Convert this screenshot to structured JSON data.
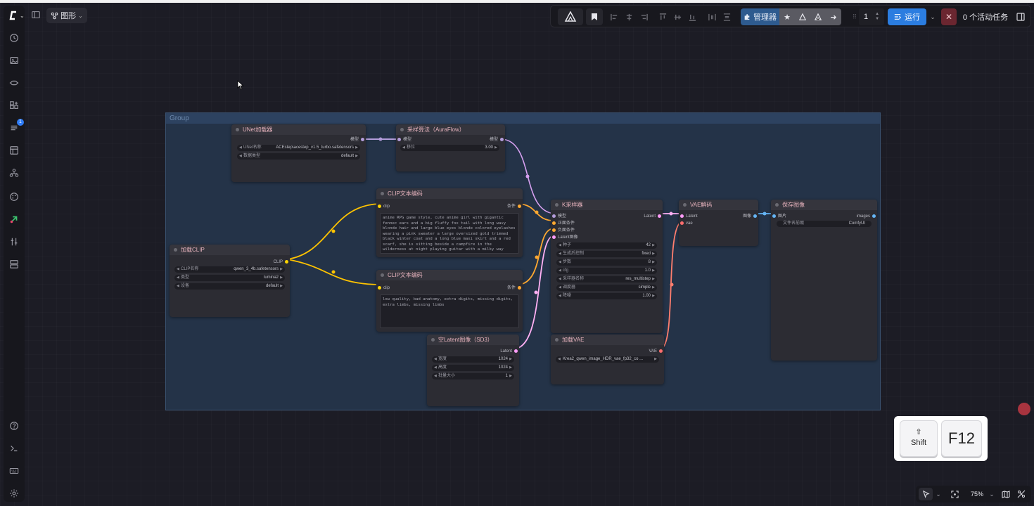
{
  "app": {
    "tab_label": "图形"
  },
  "toolbar": {
    "manager_label": "管理器",
    "batch_count": "1",
    "run_label": "运行",
    "tasks_label": "0 个活动任务"
  },
  "group": {
    "title": "Group"
  },
  "nodes": {
    "unet": {
      "title": "UNet加载器",
      "output": "模型",
      "w1_label": "UNet名称",
      "w1_value": "ACEstep\\acestep_v1.5_turbo.safetensors",
      "w2_label": "数据类型",
      "w2_value": "default"
    },
    "sampling": {
      "title": "采样算法（AuraFlow）",
      "input": "模型",
      "output": "模型",
      "w1_label": "移位",
      "w1_value": "3.00"
    },
    "clip_pos": {
      "title": "CLIP文本编码",
      "input": "clip",
      "output": "条件",
      "text": "anime RPG game style, cute anime girl with gigantic fennec ears and a big fluffy fox tail with long wavy blonde hair and large blue eyes blonde colored eyelashes wearing a pink sweater a large oversized gold trimmed black winter coat and a long blue maxi skirt and a red scarf, she is sitting beside a campfire in the wilderness at night playing guitar with a milky way galaxy sky"
    },
    "clip_neg": {
      "title": "CLIP文本编码",
      "input": "clip",
      "output": "条件",
      "text": "low quality, bad anatomy, extra digits, missing digits, extra limbs, missing limbs"
    },
    "load_clip": {
      "title": "加载CLIP",
      "output": "CLIP",
      "w1_label": "CLIP名称",
      "w1_value": "qwen_3_4b.safetensors",
      "w2_label": "类型",
      "w2_value": "lumina2",
      "w3_label": "设备",
      "w3_value": "default"
    },
    "ksampler": {
      "title": "K采样器",
      "inputs": [
        "模型",
        "正面条件",
        "负面条件",
        "Latent图像"
      ],
      "output": "Latent",
      "widgets": [
        {
          "label": "种子",
          "value": "42"
        },
        {
          "label": "生成后控制",
          "value": "fixed"
        },
        {
          "label": "步数",
          "value": "8"
        },
        {
          "label": "cfg",
          "value": "1.0"
        },
        {
          "label": "采样器名称",
          "value": "res_multistep"
        },
        {
          "label": "调度器",
          "value": "simple"
        },
        {
          "label": "降噪",
          "value": "1.00"
        }
      ]
    },
    "vae_decode": {
      "title": "VAE解码",
      "input1": "Latent",
      "input2": "vae",
      "output": "图像"
    },
    "save_image": {
      "title": "保存图像",
      "input": "图片",
      "output": "images",
      "w1_label": "文件名前缀",
      "w1_value": "ComfyUI"
    },
    "empty_latent": {
      "title": "空Latent图像（SD3）",
      "output": "Latent",
      "w1_label": "宽度",
      "w1_value": "1024",
      "w2_label": "高度",
      "w2_value": "1024",
      "w3_label": "批量大小",
      "w3_value": "1"
    },
    "load_vae": {
      "title": "加载VAE",
      "output": "VAE",
      "w1_value": "Krea2_qwen_image_HDR_vae_fp32_co ..."
    }
  },
  "keyboard": {
    "key1_symbol": "⇧",
    "key1_label": "Shift",
    "key2_label": "F12"
  },
  "zoom": {
    "value": "75%"
  },
  "colors": {
    "model": "#b39ddb",
    "clip": "#ffd500",
    "cond": "#ffa931",
    "latent": "#ff9cf9",
    "vae": "#ff6e6e",
    "image": "#64b5f6",
    "accent": "#2b7de0"
  }
}
